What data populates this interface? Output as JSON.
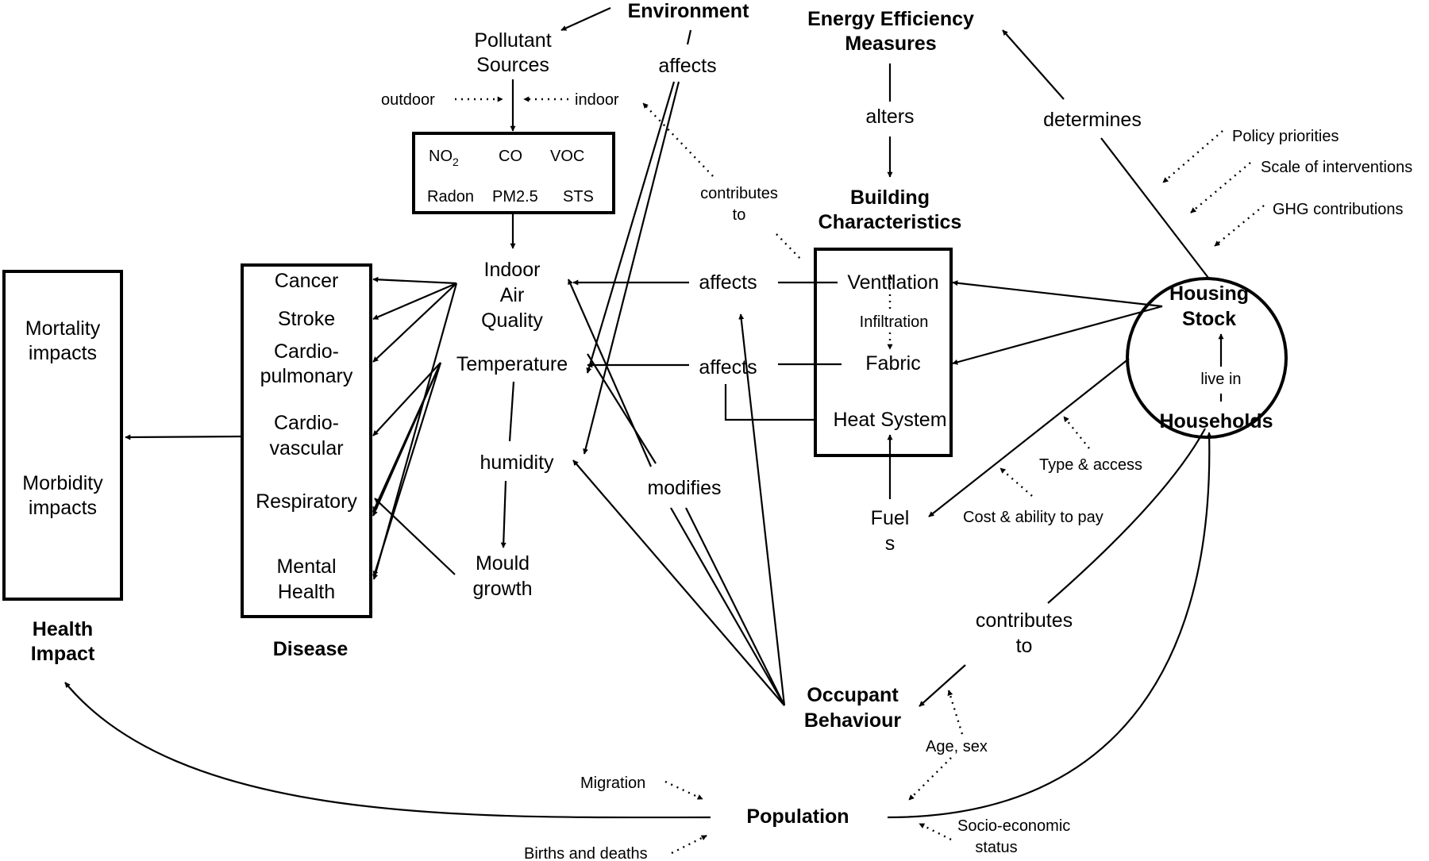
{
  "health_impact": {
    "title_line1": "Health",
    "title_line2": "Impact",
    "mortality_line1": "Mortality",
    "mortality_line2": "impacts",
    "morbidity_line1": "Morbidity",
    "morbidity_line2": "impacts"
  },
  "disease": {
    "title": "Disease",
    "cancer": "Cancer",
    "stroke": "Stroke",
    "cardiopulmonary_line1": "Cardio-",
    "cardiopulmonary_line2": "pulmonary",
    "cardiovascular_line1": "Cardio-",
    "cardiovascular_line2": "vascular",
    "respiratory": "Respiratory",
    "mental_line1": "Mental",
    "mental_line2": "Health"
  },
  "environment": {
    "title": "Environment",
    "affects": "affects",
    "pollutant_line1": "Pollutant",
    "pollutant_line2": "Sources",
    "outdoor": "outdoor",
    "indoor": "indoor"
  },
  "pollutants": {
    "no2_base": "NO",
    "no2_sub": "2",
    "co": "CO",
    "voc": "VOC",
    "radon": "Radon",
    "pm25": "PM2.5",
    "sts": "STS"
  },
  "indoor_env": {
    "iaq_line1": "Indoor",
    "iaq_line2": "Air",
    "iaq_line3": "Quality",
    "temperature": "Temperature",
    "humidity": "humidity",
    "mould_line1": "Mould",
    "mould_line2": "growth"
  },
  "energy": {
    "title_line1": "Energy Efficiency",
    "title_line2": "Measures",
    "alters": "alters",
    "determines": "determines"
  },
  "building": {
    "title_line1": "Building",
    "title_line2": "Characteristics",
    "ventilation": "Ventilation",
    "infiltration": "Infiltration",
    "fabric": "Fabric",
    "heat_system": "Heat System",
    "contributes_line1": "contributes",
    "contributes_line2": "to",
    "affects1": "affects",
    "affects2": "affects",
    "modifies": "modifies",
    "fuels_line1": "Fuel",
    "fuels_line2": "s"
  },
  "housing": {
    "stock_line1": "Housing",
    "stock_line2": "Stock",
    "live_in": "live in",
    "households": "Households",
    "policy": "Policy priorities",
    "scale": "Scale of interventions",
    "ghg": "GHG contributions",
    "type_access": "Type & access",
    "cost": "Cost & ability to pay"
  },
  "people": {
    "contributes_line1": "contributes",
    "contributes_line2": "to",
    "occupant_line1": "Occupant",
    "occupant_line2": "Behaviour",
    "age_sex": "Age, sex",
    "population": "Population",
    "migration": "Migration",
    "births": "Births and deaths",
    "socio_line1": "Socio-economic",
    "socio_line2": "status"
  }
}
